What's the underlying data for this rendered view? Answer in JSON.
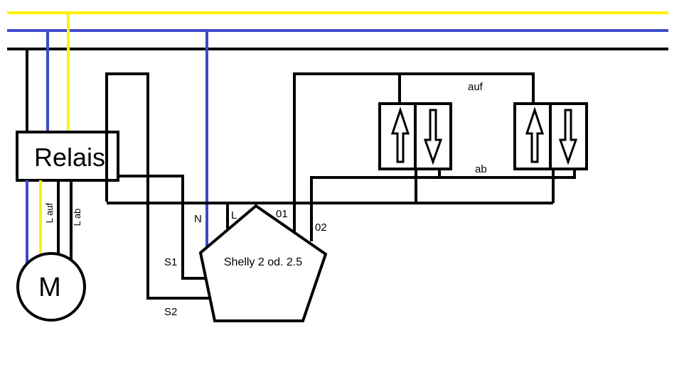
{
  "relay": {
    "label": "Relais"
  },
  "motor": {
    "label": "M"
  },
  "motor_wires": {
    "up": "L auf",
    "down": "L ab"
  },
  "shelly": {
    "label": "Shelly 2 od. 2.5",
    "terminals": {
      "n": "N",
      "l": "L",
      "o1": "01",
      "o2": "02",
      "s1": "S1",
      "s2": "S2"
    }
  },
  "switch_lines": {
    "up": "auf",
    "down": "ab"
  },
  "colors": {
    "phase": "#000000",
    "neutral": "#3f48cc",
    "earth": "#fff200",
    "background": "#ffffff"
  },
  "icons": [
    "arrow-up-icon",
    "arrow-down-icon"
  ]
}
